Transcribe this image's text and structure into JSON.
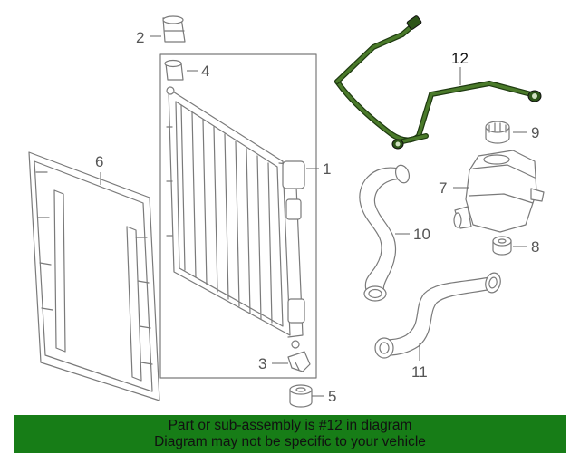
{
  "callouts": [
    {
      "id": "1",
      "label": "1"
    },
    {
      "id": "2",
      "label": "2"
    },
    {
      "id": "3",
      "label": "3"
    },
    {
      "id": "4",
      "label": "4"
    },
    {
      "id": "5",
      "label": "5"
    },
    {
      "id": "6",
      "label": "6"
    },
    {
      "id": "7",
      "label": "7"
    },
    {
      "id": "8",
      "label": "8"
    },
    {
      "id": "9",
      "label": "9"
    },
    {
      "id": "10",
      "label": "10"
    },
    {
      "id": "11",
      "label": "11"
    },
    {
      "id": "12",
      "label": "12"
    }
  ],
  "highlighted_part": "12",
  "colors": {
    "banner_bg": "#177d17",
    "highlight_part": "#3a6a1f",
    "line_art": "#7a7a7a"
  },
  "banner": {
    "line1": "Part or sub-assembly is #12 in diagram",
    "line2": "Diagram may not be specific to your vehicle"
  }
}
